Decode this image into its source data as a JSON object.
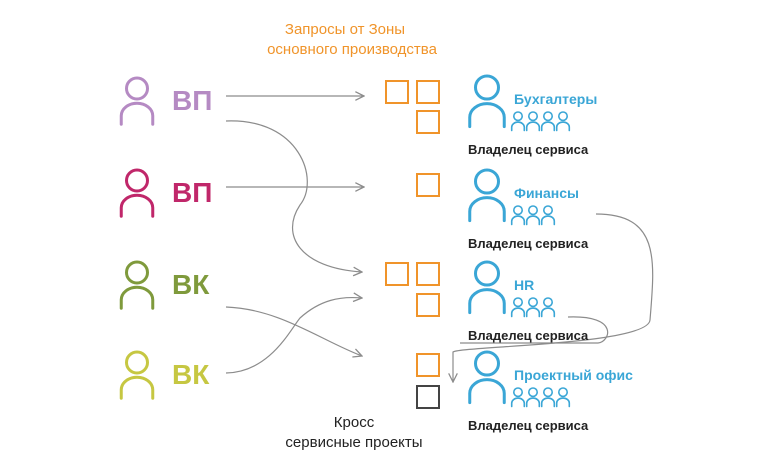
{
  "title": {
    "line1": "Запросы от Зоны",
    "line2": "основного производства"
  },
  "bottom_label": {
    "line1": "Кросс",
    "line2": "сервисные проекты"
  },
  "requesters": [
    {
      "label": "ВП",
      "color": "#b58ac3"
    },
    {
      "label": "ВП",
      "color": "#c0276a"
    },
    {
      "label": "ВК",
      "color": "#7f9a3c"
    },
    {
      "label": "ВК",
      "color": "#c6c742"
    }
  ],
  "services": [
    {
      "name": "Бухгалтеры",
      "team_size": 4,
      "owner": "Владелец сервиса"
    },
    {
      "name": "Финансы",
      "team_size": 3,
      "owner": "Владелец сервиса"
    },
    {
      "name": "HR",
      "team_size": 3,
      "owner": "Владелец сервиса"
    },
    {
      "name": "Проектный офис",
      "team_size": 4,
      "owner": "Владелец сервиса"
    }
  ],
  "colors": {
    "orange": "#f0942a",
    "blue": "#3aa6d6",
    "gray": "#8c8c8c",
    "dark": "#444444",
    "text": "#222222"
  }
}
